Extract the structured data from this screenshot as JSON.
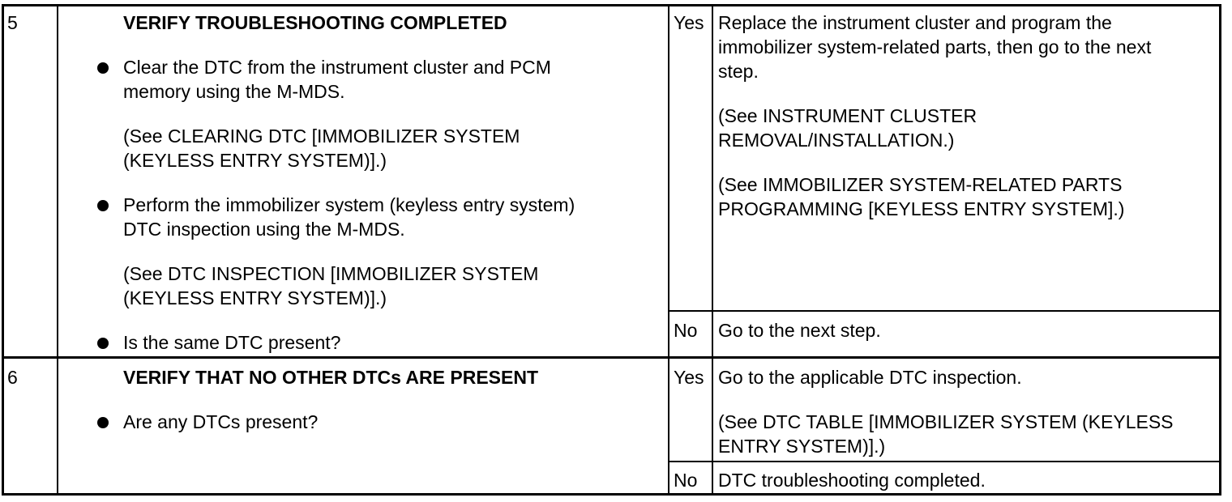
{
  "steps": [
    {
      "number": "5",
      "heading": "VERIFY TROUBLESHOOTING COMPLETED",
      "items": [
        {
          "text": [
            "Clear the DTC from the instrument cluster and PCM",
            "memory using the M-MDS."
          ],
          "ref": [
            "(See CLEARING DTC [IMMOBILIZER SYSTEM",
            "(KEYLESS ENTRY SYSTEM)].)"
          ]
        },
        {
          "text": [
            "Perform the immobilizer system (keyless entry system)",
            "DTC inspection using the M-MDS."
          ],
          "ref": [
            "(See DTC INSPECTION [IMMOBILIZER SYSTEM",
            "(KEYLESS ENTRY SYSTEM)].)"
          ]
        },
        {
          "text": [
            "Is the same DTC present?"
          ]
        }
      ],
      "yes_label": "Yes",
      "yes_action": [
        "Replace the instrument cluster and program the",
        "immobilizer system-related parts, then go to the next",
        "step."
      ],
      "yes_refs": [
        [
          "(See INSTRUMENT CLUSTER",
          "REMOVAL/INSTALLATION.)"
        ],
        [
          "(See IMMOBILIZER SYSTEM-RELATED PARTS",
          "PROGRAMMING [KEYLESS ENTRY SYSTEM].)"
        ]
      ],
      "no_label": "No",
      "no_action": "Go to the next step."
    },
    {
      "number": "6",
      "heading": "VERIFY THAT NO OTHER DTCs ARE PRESENT",
      "items": [
        {
          "text": [
            "Are any DTCs present?"
          ]
        }
      ],
      "yes_label": "Yes",
      "yes_action": [
        "Go to the applicable DTC inspection."
      ],
      "yes_refs": [
        [
          "(See DTC TABLE [IMMOBILIZER SYSTEM (KEYLESS",
          "ENTRY SYSTEM)].)"
        ]
      ],
      "no_label": "No",
      "no_action": "DTC troubleshooting completed."
    }
  ]
}
